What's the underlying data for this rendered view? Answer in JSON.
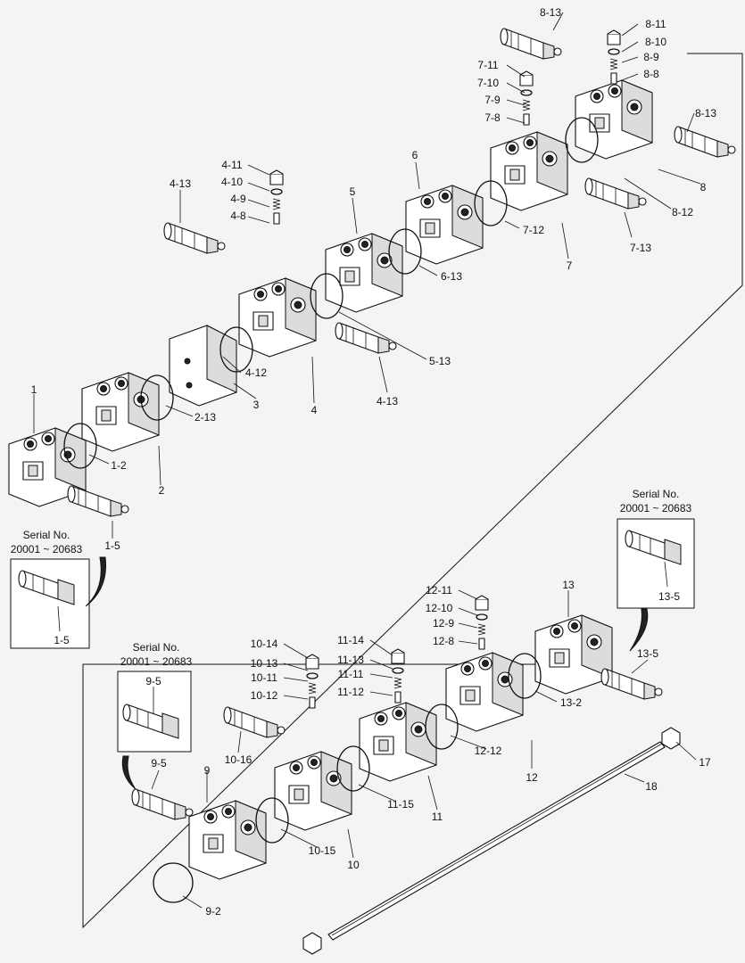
{
  "colors": {
    "background": "#f4f4f4",
    "line": "#111111",
    "fill": "#ffffff",
    "shade": "#dcdcdc"
  },
  "serial_boxes": [
    {
      "id": "sb1",
      "title_line1": "Serial No.",
      "title_line2": "20001 ~ 20683",
      "part": "1-5"
    },
    {
      "id": "sb2",
      "title_line1": "Serial No.",
      "title_line2": "20001 ~ 20683",
      "part": "9-5"
    },
    {
      "id": "sb3",
      "title_line1": "Serial No.",
      "title_line2": "20001 ~ 20683",
      "part": "13-5"
    }
  ],
  "labels": {
    "l1": "1",
    "l1_2": "1-2",
    "l1_5": "1-5",
    "l2": "2",
    "l2_13": "2-13",
    "l3": "3",
    "l4": "4",
    "l4_8": "4-8",
    "l4_9": "4-9",
    "l4_10": "4-10",
    "l4_11": "4-11",
    "l4_12": "4-12",
    "l4_13a": "4-13",
    "l4_13b": "4-13",
    "l5": "5",
    "l5_13": "5-13",
    "l6": "6",
    "l6_13": "6-13",
    "l7": "7",
    "l7_8": "7-8",
    "l7_9": "7-9",
    "l7_10": "7-10",
    "l7_11": "7-11",
    "l7_12": "7-12",
    "l7_13": "7-13",
    "l8": "8",
    "l8_8": "8-8",
    "l8_9": "8-9",
    "l8_10": "8-10",
    "l8_11": "8-11",
    "l8_12": "8-12",
    "l8_13a": "8-13",
    "l8_13b": "8-13",
    "l9": "9",
    "l9_2": "9-2",
    "l9_5": "9-5",
    "l10": "10",
    "l10_11": "10-11",
    "l10_12": "10-12",
    "l10_13": "10-13",
    "l10_14": "10-14",
    "l10_15": "10-15",
    "l10_16": "10-16",
    "l11": "11",
    "l11_11": "11-11",
    "l11_12": "11-12",
    "l11_13": "11-13",
    "l11_14": "11-14",
    "l11_15": "11-15",
    "l12": "12",
    "l12_8": "12-8",
    "l12_9": "12-9",
    "l12_10": "12-10",
    "l12_11": "12-11",
    "l12_12": "12-12",
    "l13": "13",
    "l13_2": "13-2",
    "l13_5": "13-5",
    "l17": "17",
    "l18": "18"
  }
}
